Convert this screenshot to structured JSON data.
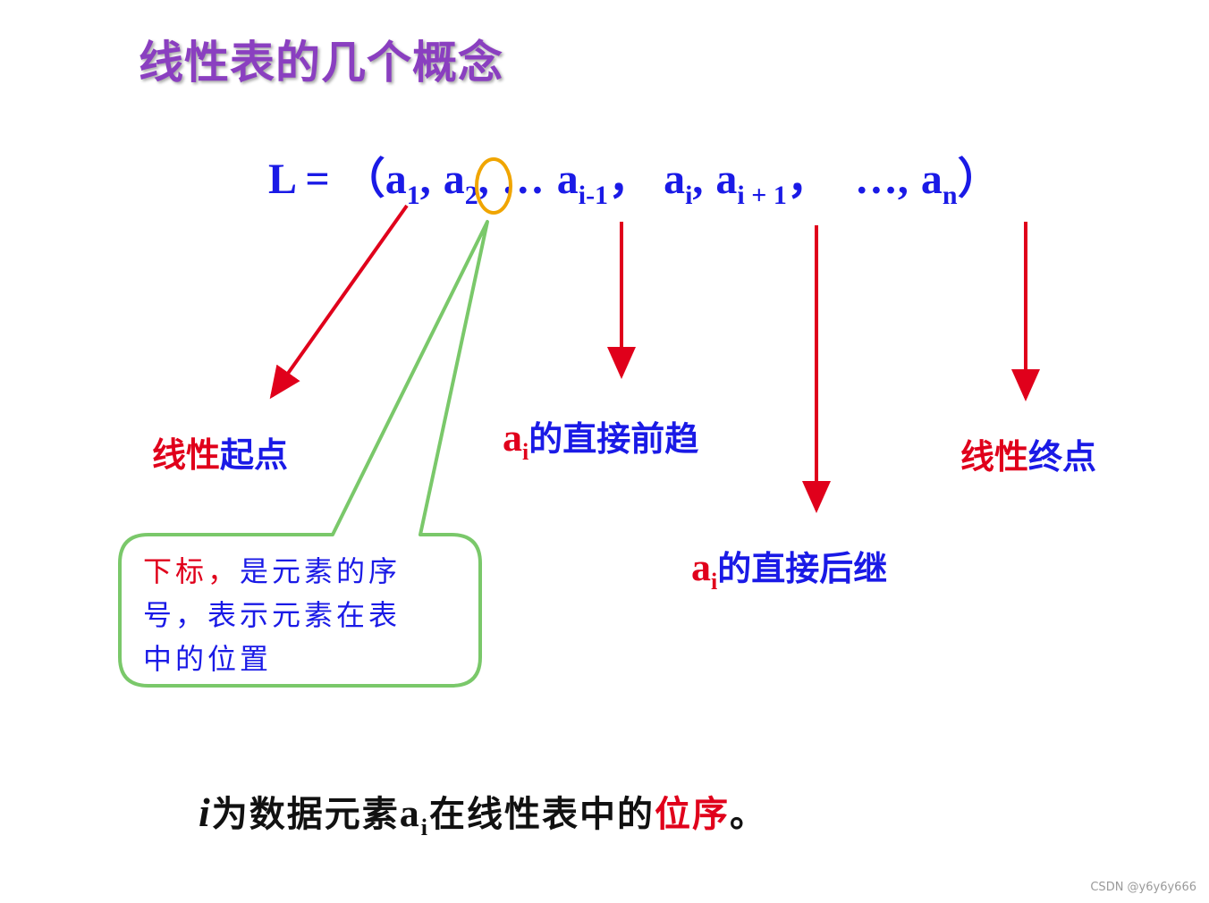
{
  "title": "线性表的几个概念",
  "formula": {
    "lhs": "L =",
    "open": "（",
    "a1_base": "a",
    "a1_sub": "1",
    "sep1": ",",
    "a2_base": "a",
    "a2_sub": "2",
    "sep2": ",",
    "dots1": "…",
    "aim1_base": "a",
    "aim1_sub": "i-1",
    "sep3": "，",
    "ai_base": "a",
    "ai_sub": "i",
    "sep4": ",",
    "aip1_base": "a",
    "aip1_sub": "i + 1",
    "sep5": "，",
    "dots2": "…,",
    "an_base": "a",
    "an_sub": "n",
    "close": "）"
  },
  "labels": {
    "start": {
      "part1": "线性",
      "part2": "起点"
    },
    "pred": {
      "a": "a",
      "sub": "i",
      "text": "的直接前趋"
    },
    "succ": {
      "a": "a",
      "sub": "i",
      "text": "的直接后继"
    },
    "end": {
      "part1": "线性",
      "part2": "终点"
    }
  },
  "callout": {
    "line1_red": "下标，",
    "line1_blue": "是元素的序",
    "line2": "号，表示元素在表",
    "line3": "中的位置"
  },
  "bottom": {
    "i": "i",
    "t1": "为数据元素",
    "a": "a",
    "sub": "i",
    "t2": "在线性表中的",
    "t3": "位序",
    "t4": "。"
  },
  "watermark": "CSDN @y6y6y666",
  "colors": {
    "title": "#8a3fc0",
    "formula": "#1a1ae6",
    "arrow": "#e0001b",
    "callout_border": "#7ac86a",
    "highlight_circle": "#f0a500"
  }
}
